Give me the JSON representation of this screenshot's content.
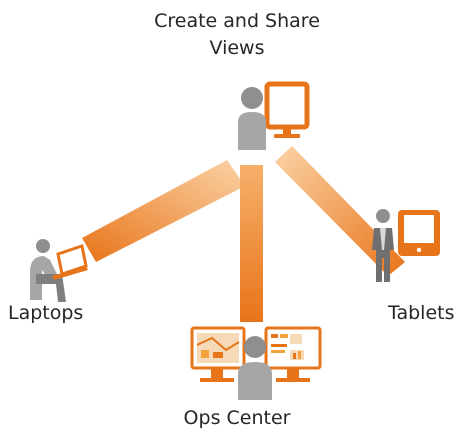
{
  "diagram": {
    "nodes": {
      "top": {
        "line1": "Create and Share",
        "line2": "Views"
      },
      "left": {
        "label": "Laptops"
      },
      "right": {
        "label": "Tablets"
      },
      "bottom": {
        "label": "Ops Center"
      }
    },
    "colors": {
      "accent": "#e8741a",
      "accent_light": "#f6b06a",
      "person": "#a6a6a6",
      "person_dark": "#6f6f6f",
      "text": "#262626"
    },
    "icons": [
      "desktop-user-icon",
      "laptop-user-icon",
      "tablet-user-icon",
      "ops-center-icon"
    ]
  }
}
